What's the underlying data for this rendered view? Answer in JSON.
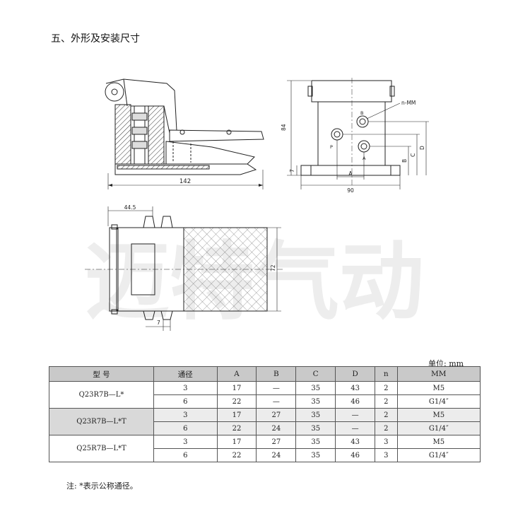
{
  "heading": "五、外形及安装尺寸",
  "drawing": {
    "side_view": {
      "dim_width": "142"
    },
    "front_view": {
      "dim_height": "84",
      "dim_width": "90",
      "dim_A": "A",
      "dim_B": "B",
      "dim_C": "C",
      "dim_D": "D",
      "dim_base": "7",
      "port_label": "n-MM",
      "port_B": "B",
      "port_P": "P",
      "port_A": "A"
    },
    "top_view": {
      "dim_offset": "44.5",
      "dim_height": "72",
      "dim_mount": "7"
    }
  },
  "watermark": "迈特气动",
  "unit_label": "单位: mm",
  "table": {
    "headers": [
      "型  号",
      "通径",
      "A",
      "B",
      "C",
      "D",
      "n",
      "MM"
    ],
    "groups": [
      {
        "model": "Q23R7B—L*",
        "rows": [
          [
            "3",
            "17",
            "—",
            "35",
            "43",
            "2",
            "M5"
          ],
          [
            "6",
            "22",
            "—",
            "35",
            "46",
            "2",
            "G1/4″"
          ]
        ]
      },
      {
        "model": "Q23R7B—L*T",
        "rows": [
          [
            "3",
            "17",
            "27",
            "35",
            "—",
            "2",
            "M5"
          ],
          [
            "6",
            "22",
            "24",
            "35",
            "—",
            "2",
            "G1/4″"
          ]
        ]
      },
      {
        "model": "Q25R7B—L*T",
        "rows": [
          [
            "3",
            "17",
            "27",
            "35",
            "43",
            "3",
            "M5"
          ],
          [
            "6",
            "22",
            "24",
            "35",
            "46",
            "3",
            "G1/4″"
          ]
        ]
      }
    ]
  },
  "note": "注: *表示公称通径。"
}
